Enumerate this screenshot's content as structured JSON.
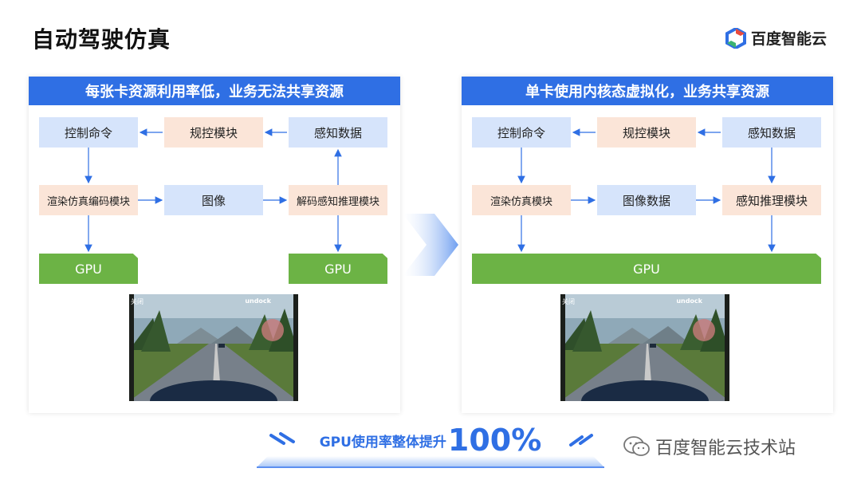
{
  "page": {
    "title": "自动驾驶仿真"
  },
  "logo": {
    "text": "百度智能云",
    "icon": "baidu-cloud-logo-icon"
  },
  "left_panel": {
    "header": "每张卡资源利用率低，业务无法共享资源",
    "nodes": {
      "control": "控制命令",
      "planning": "规控模块",
      "perception": "感知数据",
      "render": "渲染仿真编码模块",
      "image": "图像",
      "decode": "解码感知推理模块",
      "gpu_a": "GPU",
      "gpu_b": "GPU"
    },
    "screen": {
      "left_label": "关闭",
      "right_label": "undock"
    }
  },
  "right_panel": {
    "header": "单卡使用内核态虚拟化，业务共享资源",
    "nodes": {
      "control": "控制命令",
      "planning": "规控模块",
      "perception": "感知数据",
      "render": "渲染仿真模块",
      "image": "图像数据",
      "inference": "感知推理模块",
      "gpu": "GPU"
    },
    "screen": {
      "left_label": "关闭",
      "right_label": "undock"
    }
  },
  "banner": {
    "prefix": "GPU使用率整体提升",
    "value": "100%"
  },
  "watermark": {
    "text": "百度智能云技术站",
    "icon": "wechat-icon"
  },
  "colors": {
    "accent": "#2f6fe4",
    "node_blue": "#d6e4fb",
    "node_peach": "#fbe5d8",
    "gpu_green": "#6cb345"
  }
}
